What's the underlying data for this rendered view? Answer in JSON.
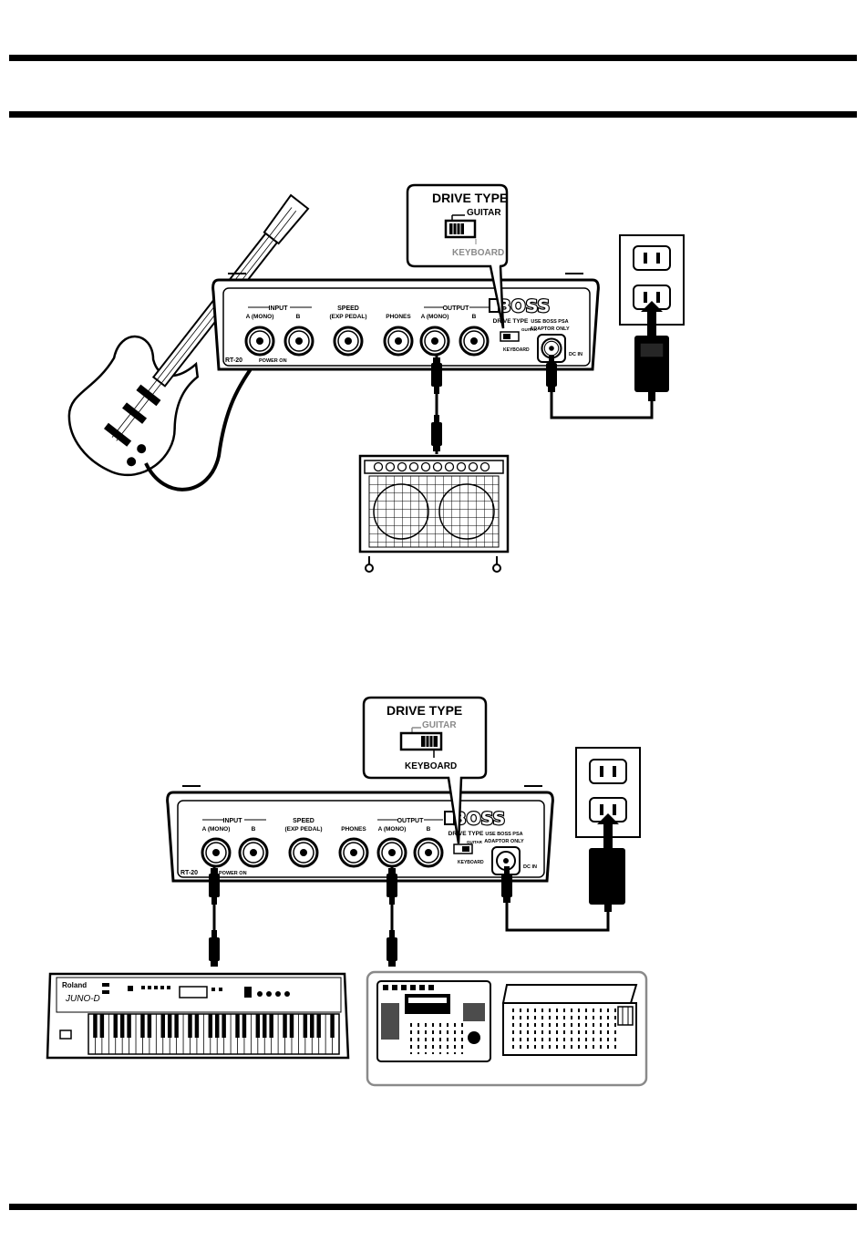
{
  "diagram1": {
    "callout": {
      "title": "DRIVE TYPE",
      "opt1": "GUITAR",
      "opt2": "KEYBOARD"
    },
    "panel": {
      "input": "INPUT",
      "a_mono": "A (MONO)",
      "b": "B",
      "speed": "SPEED",
      "exp": "(EXP PEDAL)",
      "phones": "PHONES",
      "output": "OUTPUT",
      "out_a": "A (MONO)",
      "out_b": "B",
      "drive": "DRIVE TYPE",
      "guitar": "GUITAR",
      "keyboard": "KEYBOARD",
      "adaptor1": "USE BOSS PSA",
      "adaptor2": "ADAPTOR ONLY",
      "dcin": "DC IN",
      "model": "RT-20",
      "power": "POWER ON",
      "brand": "BOSS"
    }
  },
  "diagram2": {
    "callout": {
      "title": "DRIVE TYPE",
      "opt1": "GUITAR",
      "opt2": "KEYBOARD"
    },
    "panel": {
      "input": "INPUT",
      "a_mono": "A (MONO)",
      "b": "B",
      "speed": "SPEED",
      "exp": "(EXP PEDAL)",
      "phones": "PHONES",
      "output": "OUTPUT",
      "out_a": "A (MONO)",
      "out_b": "B",
      "drive": "DRIVE TYPE",
      "guitar": "GUITAR",
      "keyboard": "KEYBOARD",
      "adaptor1": "USE BOSS PSA",
      "adaptor2": "ADAPTOR ONLY",
      "dcin": "DC IN",
      "model": "RT-20",
      "power": "POWER ON",
      "brand": "BOSS"
    },
    "synth": {
      "brand": "Roland",
      "model": "JUNO-D"
    }
  }
}
